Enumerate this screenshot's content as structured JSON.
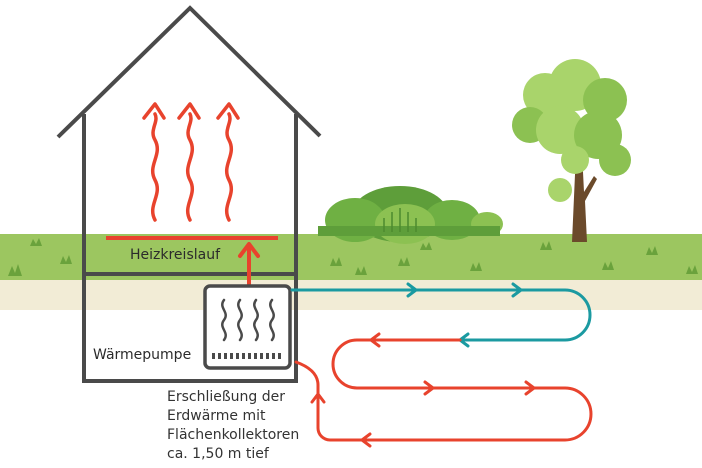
{
  "labels": {
    "heating_circuit": "Heizkreislauf",
    "heat_pump": "Wärmepumpe",
    "description": [
      "Erschließung der",
      "Erdwärme mit",
      "Flächenkollektoren",
      "ca. 1,50 m tief"
    ]
  },
  "colors": {
    "outline": "#4a4a4a",
    "hot": "#e8432d",
    "cold": "#1b9aa1",
    "grass": "#9cc660",
    "grass_dark": "#6aa23c",
    "soil": "#f2ecd6",
    "tree_leaf": "#8cc152",
    "tree_leaf_light": "#a9d46b",
    "trunk": "#6b4a2b",
    "bush": "#5e9e3a"
  },
  "icons": [
    "heat-wave-icon",
    "arrow-up-icon",
    "tree-icon",
    "bush-icon",
    "flow-arrow-icon"
  ]
}
